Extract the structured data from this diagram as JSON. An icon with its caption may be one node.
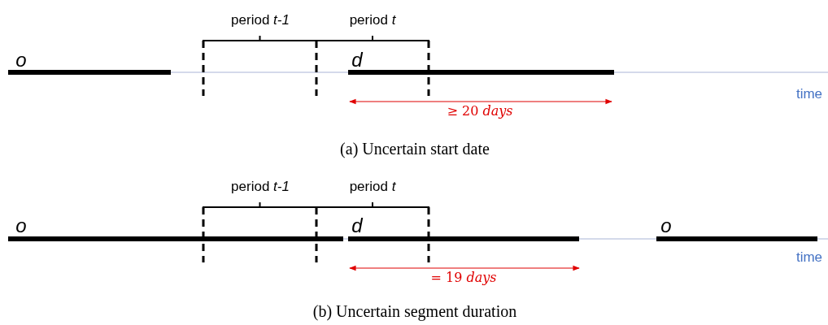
{
  "diagram": {
    "labels": [
      "period *t-1*",
      "period *t*",
      "o",
      "d",
      "time",
      "≥ 20 *days*",
      "(a)  Uncertain start date",
      "period *t-1*",
      "period *t*",
      "o",
      "d",
      "o",
      "time",
      "= 19 *days*",
      "(b)  Uncertain segment duration"
    ]
  }
}
